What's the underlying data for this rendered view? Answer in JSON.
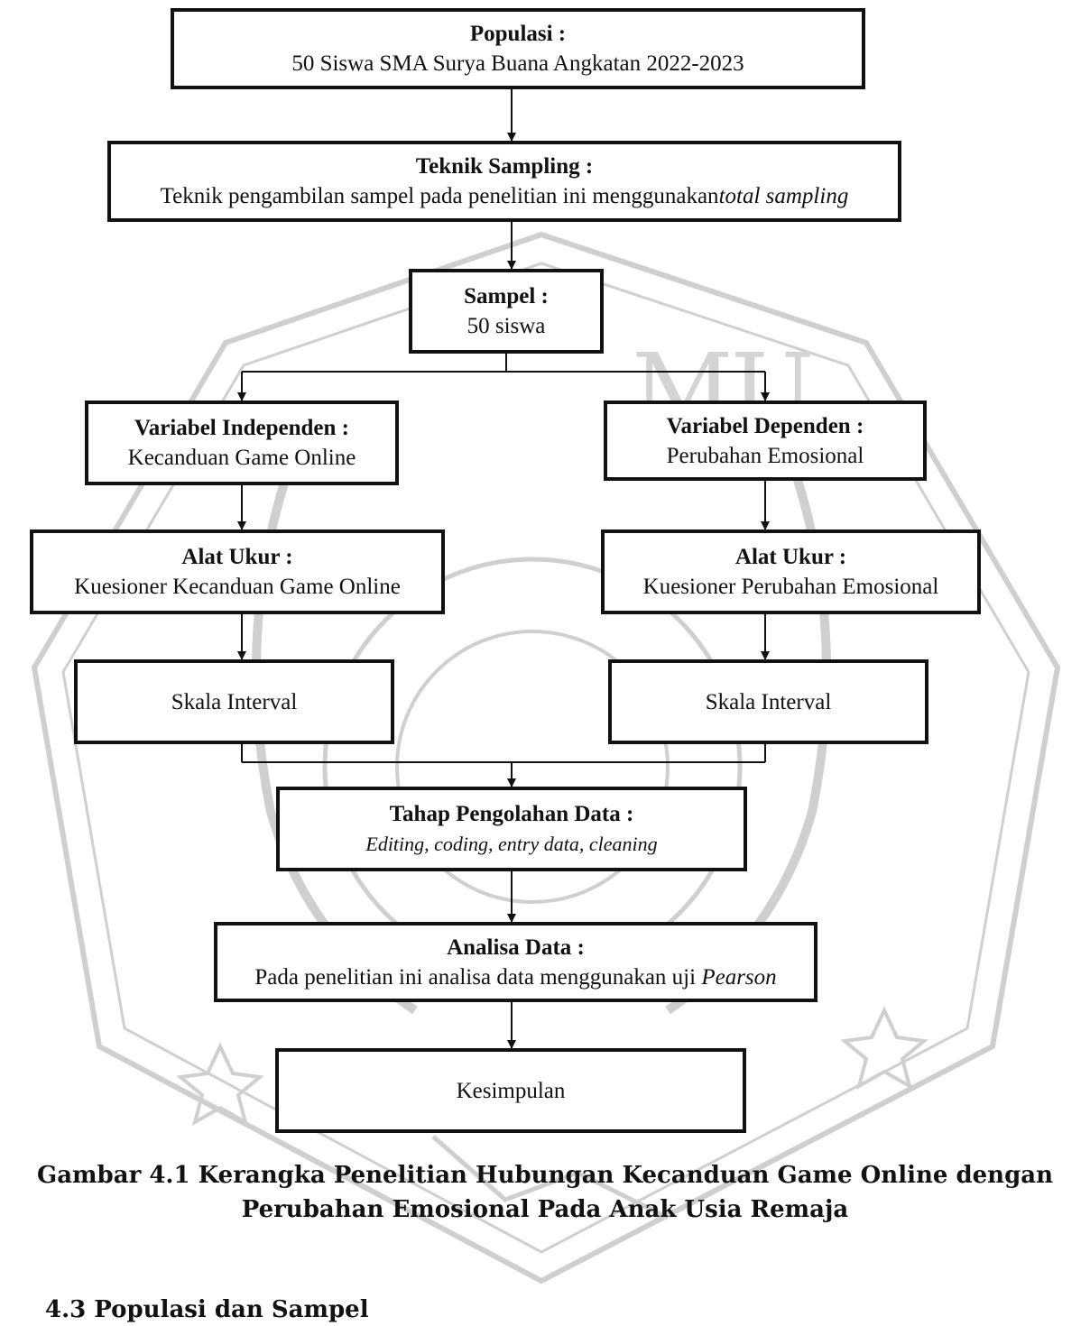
{
  "nodes": {
    "populasi": {
      "title": "Populasi :",
      "body": "50 Siswa SMA Surya Buana Angkatan 2022-2023"
    },
    "teknik": {
      "title": "Teknik Sampling :",
      "body_prefix": "Teknik pengambilan sampel pada penelitian ini menggunakan",
      "body_italic": "total sampling"
    },
    "sampel": {
      "title": "Sampel :",
      "body": "50 siswa"
    },
    "var_independen": {
      "title": "Variabel Independen :",
      "body": "Kecanduan Game Online"
    },
    "var_dependen": {
      "title": "Variabel Dependen :",
      "body": "Perubahan Emosional"
    },
    "alat_ukur_left": {
      "title": "Alat Ukur :",
      "body": "Kuesioner Kecanduan Game Online"
    },
    "alat_ukur_right": {
      "title": "Alat Ukur :",
      "body": "Kuesioner Perubahan Emosional"
    },
    "skala_left": {
      "body": "Skala Interval"
    },
    "skala_right": {
      "body": "Skala Interval"
    },
    "pengolahan": {
      "title": "Tahap Pengolahan Data :",
      "body_italic": "Editing, coding, entry data, cleaning"
    },
    "analisa": {
      "title": "Analisa Data :",
      "body_prefix": "Pada penelitian ini analisa data menggunakan uji ",
      "body_italic": "Pearson"
    },
    "kesimpulan": {
      "body": "Kesimpulan"
    }
  },
  "caption": {
    "line1": "Gambar 4.1 Kerangka Penelitian Hubungan Kecanduan Game Online dengan",
    "line2": "Perubahan Emosional Pada Anak Usia Remaja"
  },
  "next_section_heading": "4.3 Populasi dan Sampel",
  "watermark": {
    "letters": [
      "M",
      "U"
    ],
    "color": "#c8c8c8",
    "emblem": "university-seal"
  }
}
